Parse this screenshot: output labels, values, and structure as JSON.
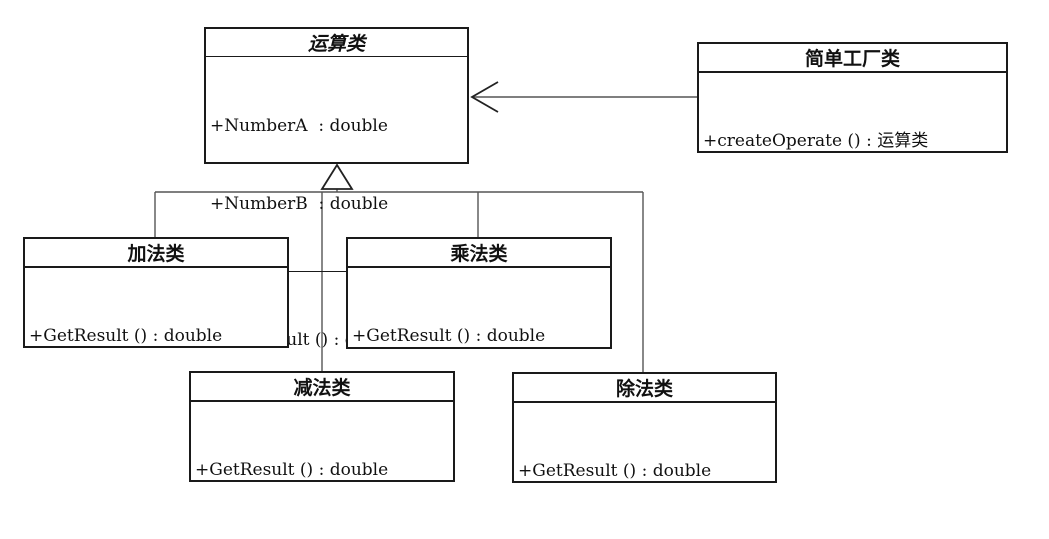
{
  "classes": {
    "operation": {
      "name": "运算类",
      "attributes": [
        "+NumberA  : double",
        "+NumberB  : double"
      ],
      "operations": [
        "+GetResult () : double"
      ]
    },
    "factory": {
      "name": "简单工厂类",
      "attributes": [],
      "operations": [
        "+createOperate () : 运算类"
      ]
    },
    "add": {
      "name": "加法类",
      "attributes": [],
      "operations": [
        "+GetResult () : double"
      ]
    },
    "subtract": {
      "name": "减法类",
      "attributes": [],
      "operations": [
        "+GetResult () : double"
      ]
    },
    "multiply": {
      "name": "乘法类",
      "attributes": [],
      "operations": [
        "+GetResult () : double"
      ]
    },
    "divide": {
      "name": "除法类",
      "attributes": [],
      "operations": [
        "+GetResult () : double"
      ]
    }
  }
}
